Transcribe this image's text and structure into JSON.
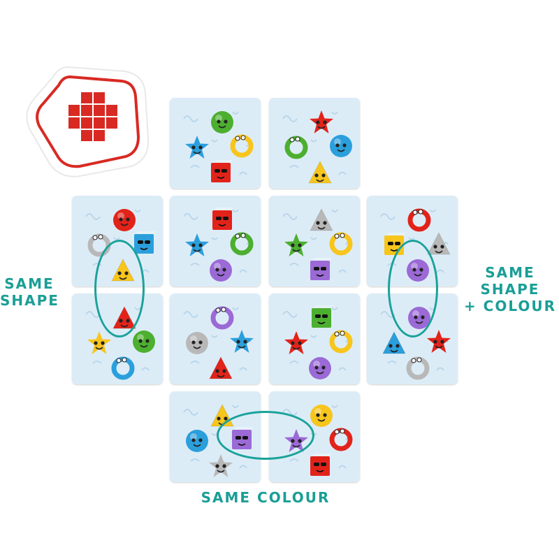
{
  "labels": {
    "left": [
      "SAME",
      "SHAPE"
    ],
    "right": [
      "SAME",
      "SHAPE",
      "+ COLOUR"
    ],
    "bottom": "SAME COLOUR"
  },
  "colors": {
    "tile_bg": "#dcecf7",
    "label": "#1a9e96",
    "ring": "#1aa29a",
    "badge": "#d82a23",
    "red": "#e2231a",
    "green": "#4caf2f",
    "yellow": "#f7c51c",
    "blue": "#2b9fdc",
    "purple": "#9b6ad6",
    "grey": "#b8b8b8"
  },
  "tiles": [
    {
      "id": "t1",
      "shapes": [
        [
          "circle",
          "green"
        ],
        [
          "star",
          "blue"
        ],
        [
          "ring",
          "yellow"
        ],
        [
          "square",
          "red"
        ]
      ]
    },
    {
      "id": "t2",
      "shapes": [
        [
          "star",
          "red"
        ],
        [
          "ring",
          "green"
        ],
        [
          "circle",
          "blue"
        ],
        [
          "triangle",
          "yellow"
        ]
      ]
    },
    {
      "id": "t3",
      "shapes": [
        [
          "circle",
          "red"
        ],
        [
          "ring",
          "grey"
        ],
        [
          "square",
          "blue"
        ],
        [
          "triangle",
          "yellow"
        ]
      ]
    },
    {
      "id": "t4",
      "shapes": [
        [
          "square",
          "red"
        ],
        [
          "star",
          "blue"
        ],
        [
          "ring",
          "green"
        ],
        [
          "circle",
          "purple"
        ]
      ]
    },
    {
      "id": "t5",
      "shapes": [
        [
          "triangle",
          "grey"
        ],
        [
          "star",
          "green"
        ],
        [
          "ring",
          "yellow"
        ],
        [
          "square",
          "purple"
        ]
      ]
    },
    {
      "id": "t6",
      "shapes": [
        [
          "ring",
          "red"
        ],
        [
          "square",
          "yellow"
        ],
        [
          "triangle",
          "grey"
        ],
        [
          "circle",
          "purple"
        ]
      ]
    },
    {
      "id": "t7",
      "shapes": [
        [
          "triangle",
          "red"
        ],
        [
          "star",
          "yellow"
        ],
        [
          "circle",
          "green"
        ],
        [
          "ring",
          "blue"
        ]
      ]
    },
    {
      "id": "t8",
      "shapes": [
        [
          "ring",
          "purple"
        ],
        [
          "circle",
          "grey"
        ],
        [
          "star",
          "blue"
        ],
        [
          "triangle",
          "red"
        ]
      ]
    },
    {
      "id": "t9",
      "shapes": [
        [
          "square",
          "green"
        ],
        [
          "star",
          "red"
        ],
        [
          "ring",
          "yellow"
        ],
        [
          "circle",
          "purple"
        ]
      ]
    },
    {
      "id": "t10",
      "shapes": [
        [
          "circle",
          "purple"
        ],
        [
          "triangle",
          "blue"
        ],
        [
          "star",
          "red"
        ],
        [
          "ring",
          "grey"
        ]
      ]
    },
    {
      "id": "t11",
      "shapes": [
        [
          "triangle",
          "yellow"
        ],
        [
          "circle",
          "blue"
        ],
        [
          "square",
          "purple"
        ],
        [
          "star",
          "grey"
        ]
      ]
    },
    {
      "id": "t12",
      "shapes": [
        [
          "circle",
          "yellow"
        ],
        [
          "star",
          "purple"
        ],
        [
          "ring",
          "red"
        ],
        [
          "square",
          "red"
        ]
      ]
    }
  ]
}
